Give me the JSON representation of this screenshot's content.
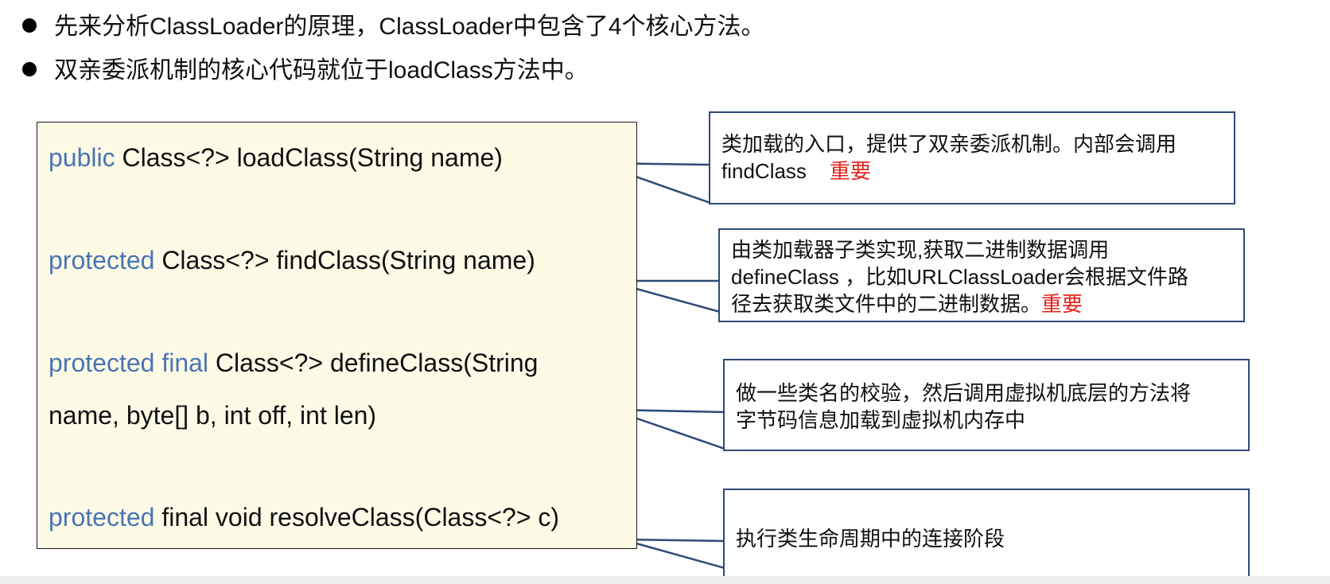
{
  "bullets": [
    "先来分析ClassLoader的原理，ClassLoader中包含了4个核心方法。",
    "双亲委派机制的核心代码就位于loadClass方法中。"
  ],
  "code": {
    "line1": {
      "kw": "public",
      "rest": " Class<?> loadClass(String name)"
    },
    "line2": {
      "kw": "protected",
      "rest": " Class<?> findClass(String name)"
    },
    "line3": {
      "kw": "protected final",
      "rest": " Class<?> defineClass(String"
    },
    "line3b": {
      "rest": "name, byte[] b, int off, int len)"
    },
    "line4": {
      "kw": "protected",
      "rest": " final void resolveClass(Class<?> c)"
    }
  },
  "callouts": {
    "c1": {
      "line1": "类加载的入口，提供了双亲委派机制。内部会调用",
      "line2": "findClass",
      "important": "重要"
    },
    "c2": {
      "line1": "由类加载器子类实现,获取二进制数据调用",
      "line2": "defineClass ，比如URLClassLoader会根据文件路",
      "line3": "径去获取类文件中的二进制数据。",
      "important": "重要"
    },
    "c3": {
      "line1": "做一些类名的校验，然后调用虚拟机底层的方法将",
      "line2": "字节码信息加载到虚拟机内存中"
    },
    "c4": {
      "line1": "执行类生命周期中的连接阶段"
    }
  },
  "colors": {
    "keyword": "#4a74b5",
    "important": "#e0241b",
    "callout_border": "#2f4a78",
    "code_bg": "#fdfbe6"
  }
}
